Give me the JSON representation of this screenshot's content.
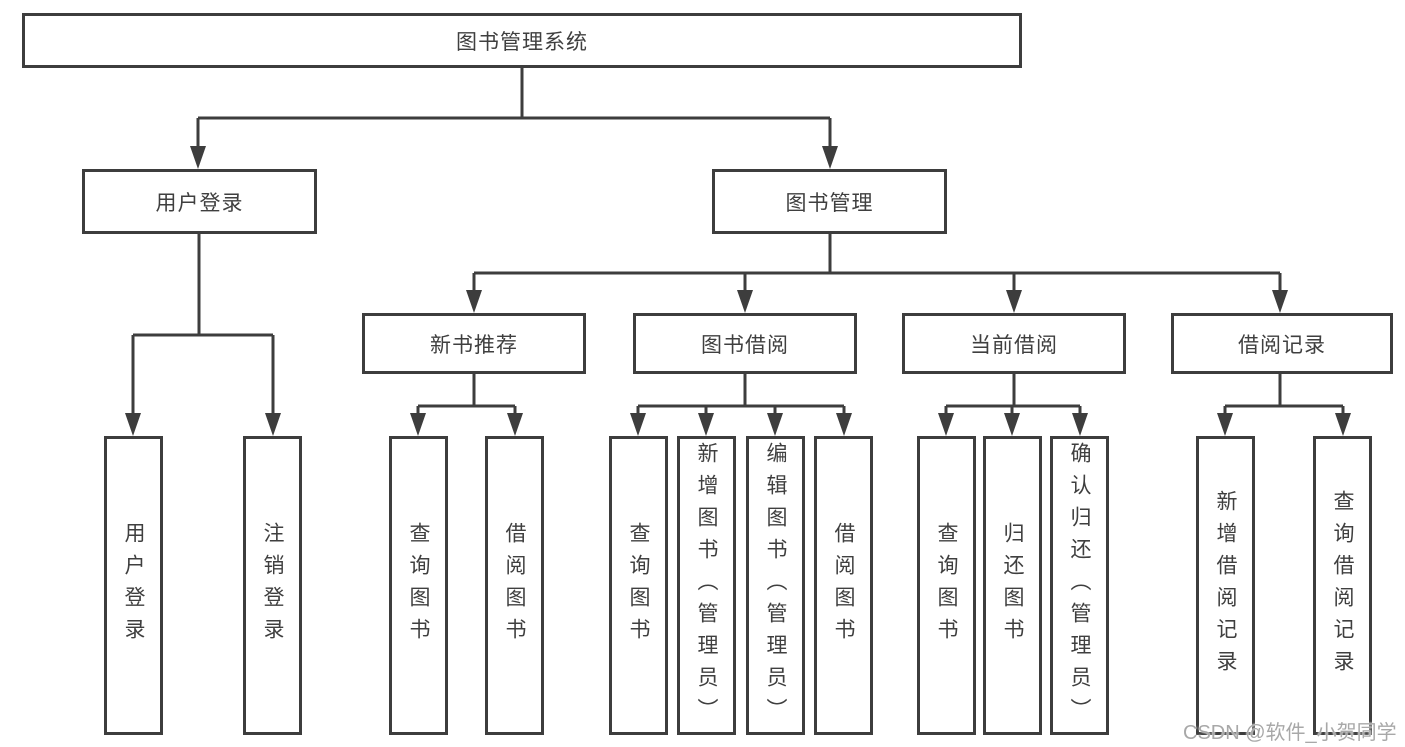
{
  "diagram": {
    "root": "图书管理系统",
    "level2": {
      "user_login": "用户登录",
      "book_management": "图书管理"
    },
    "level3": {
      "new_book_recommend": "新书推荐",
      "book_borrow": "图书借阅",
      "current_borrow": "当前借阅",
      "borrow_record": "借阅记录"
    },
    "leaves": {
      "user_login": [
        "用户登录",
        "注销登录"
      ],
      "new_book_recommend": [
        "查询图书",
        "借阅图书"
      ],
      "book_borrow": [
        "查询图书",
        "新增图书（管理员）",
        "编辑图书（管理员）",
        "借阅图书"
      ],
      "current_borrow": [
        "查询图书",
        "归还图书",
        "确认归还（管理员）"
      ],
      "borrow_record": [
        "新增借阅记录",
        "查询借阅记录"
      ]
    },
    "watermark": "CSDN @软件_小贺同学",
    "colors": {
      "line": "#3d3d3d",
      "text": "#3f3f3f",
      "watermark": "#a8a8a8",
      "background": "#ffffff"
    }
  }
}
